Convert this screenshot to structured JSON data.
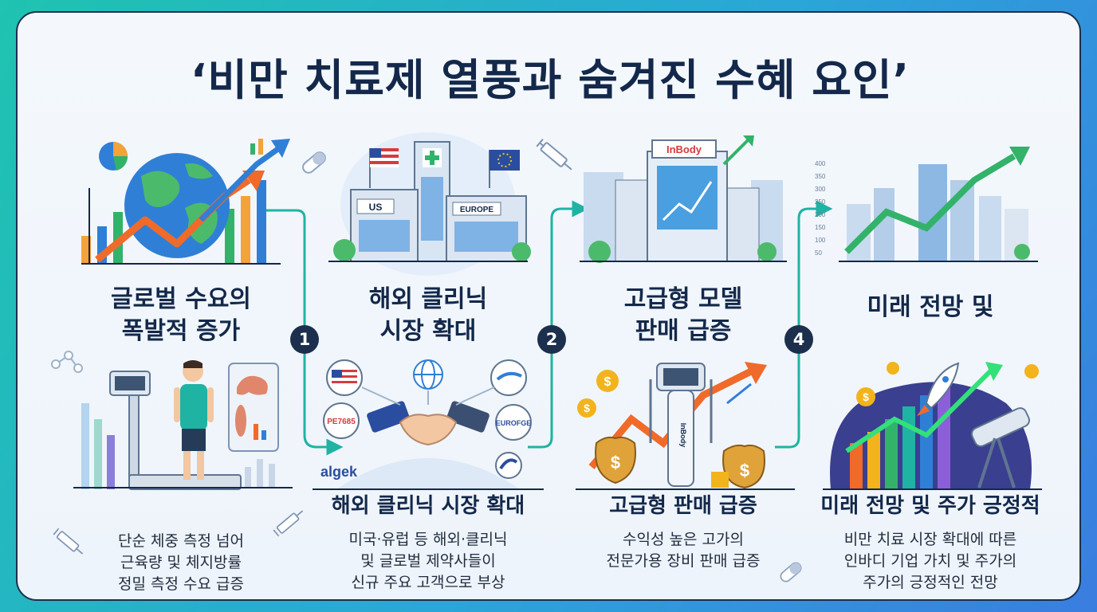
{
  "title": "‘비만 치료제 열풍과 숨겨진 수혜 요인’",
  "steps": [
    {
      "heading_lines": [
        "글로벌 수요의",
        "폭발적 증가"
      ],
      "subheading": "",
      "desc_lines": [
        "단순 체중 측정 넘어",
        "근육량 및 체지방률",
        "정밀 측정 수요 급증"
      ]
    },
    {
      "badge": "1",
      "heading_lines": [
        "해외 클리닉",
        "시장 확대"
      ],
      "subheading": "해외 클리닉 시장 확대",
      "desc_lines": [
        "미국·유럽 등 해외·클리닉",
        "및 글로벌 제약사들이",
        "신규 주요 고객으로 부상"
      ],
      "building_labels": [
        "US",
        "EUROPE"
      ],
      "partner_labels": [
        "PE7685",
        "EUROFGE",
        "algek"
      ]
    },
    {
      "badge": "2",
      "heading_lines": [
        "고급형 모델",
        "판매 급증"
      ],
      "subheading": "고급형 판매 급증",
      "desc_lines": [
        "수익성 높은 고가의",
        "전문가용 장비 판매 급증"
      ],
      "brand_labels": [
        "InBody",
        "InBody"
      ]
    },
    {
      "badge": "4",
      "heading_lines": [
        "미래 전망 및"
      ],
      "subheading": "미래 전망 및 주가 긍정적",
      "desc_lines": [
        "비만 치료 시장 확대에 따른",
        "인바디 기업 가치 및 주가의",
        "주가의 긍정적인 전망"
      ],
      "axis_ticks": [
        "400",
        "350",
        "300",
        "250",
        "200",
        "150",
        "100",
        "50"
      ]
    }
  ],
  "colors": {
    "navy": "#13284a",
    "teal": "#1fb3a3",
    "orange": "#f06a2a",
    "green": "#33b26a",
    "blue": "#2f7fd6",
    "gold": "#f2b31c"
  },
  "icons": [
    "globe-icon",
    "pie-chart-icon",
    "growth-arrow-icon",
    "scale-icon",
    "muscle-icon",
    "pill-icon",
    "syringe-icon",
    "handshake-icon",
    "flag-us-icon",
    "flag-eu-icon",
    "money-bag-icon",
    "coin-icon",
    "rocket-icon",
    "telescope-icon",
    "molecule-icon"
  ]
}
